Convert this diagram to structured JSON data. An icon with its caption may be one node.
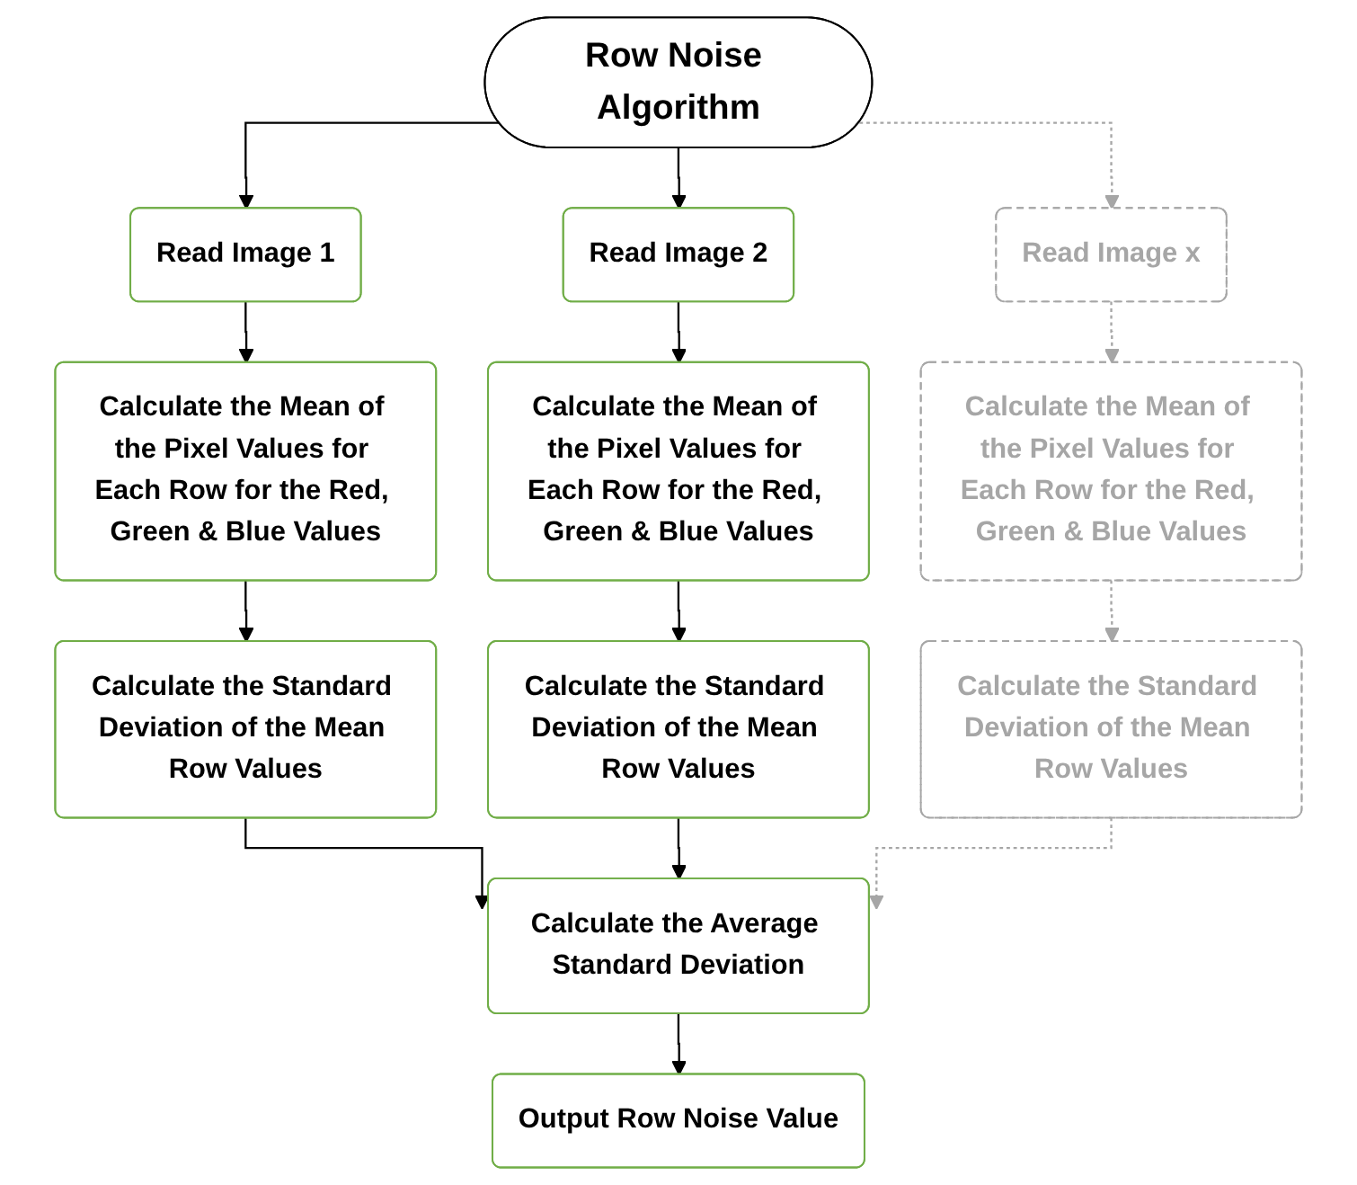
{
  "diagram": {
    "nodes": [
      {
        "text": [
          "Row Noise Algorithm"
        ]
      },
      {
        "text": [
          "Read Image 1"
        ]
      },
      {
        "text": [
          "Read Image 2"
        ]
      },
      {
        "text": [
          "Read Image x"
        ]
      },
      {
        "text": [
          "Calculate the Mean of the Pixel Values for Each Row for the Red, Green & Blue Values"
        ]
      },
      {
        "text": [
          "Calculate the Mean of the Pixel Values for Each Row for the Red, Green & Blue Values"
        ]
      },
      {
        "text": [
          "Calculate the Mean of the Pixel Values for Each Row for the Red, Green & Blue Values"
        ]
      },
      {
        "text": [
          "Calculate the Standard Deviation of the Mean Row Values"
        ]
      },
      {
        "text": [
          "Calculate the Standard Deviation of the Mean Row Values"
        ]
      },
      {
        "text": [
          "Calculate the Standard Deviation of the Mean Row Values"
        ]
      },
      {
        "text": [
          "Calculate the Average Standard Deviation"
        ]
      },
      {
        "text": [
          "Output Row Noise Value"
        ]
      }
    ],
    "edges": [
      {
        "from": 0,
        "to": 1,
        "arrow": "to"
      },
      {
        "from": 0,
        "to": 2,
        "arrow": "to"
      },
      {
        "from": 0,
        "to": 3,
        "arrow": "to",
        "style": "dashed",
        "color": "#a6a6a6"
      },
      {
        "from": 1,
        "to": 4,
        "arrow": "to"
      },
      {
        "from": 2,
        "to": 5,
        "arrow": "to"
      },
      {
        "from": 3,
        "to": 6,
        "arrow": "to",
        "style": "dashed",
        "color": "#a6a6a6"
      },
      {
        "from": 4,
        "to": 7,
        "arrow": "to"
      },
      {
        "from": 5,
        "to": 8,
        "arrow": "to"
      },
      {
        "from": 6,
        "to": 9,
        "arrow": "to",
        "style": "dashed",
        "color": "#a6a6a6"
      },
      {
        "from": 7,
        "to": 10,
        "arrow": "to"
      },
      {
        "from": 8,
        "to": 10,
        "arrow": "to"
      },
      {
        "from": 9,
        "to": 10,
        "arrow": "to",
        "style": "dashed",
        "color": "#a6a6a6"
      },
      {
        "from": 10,
        "to": 11,
        "arrow": "to"
      }
    ]
  }
}
